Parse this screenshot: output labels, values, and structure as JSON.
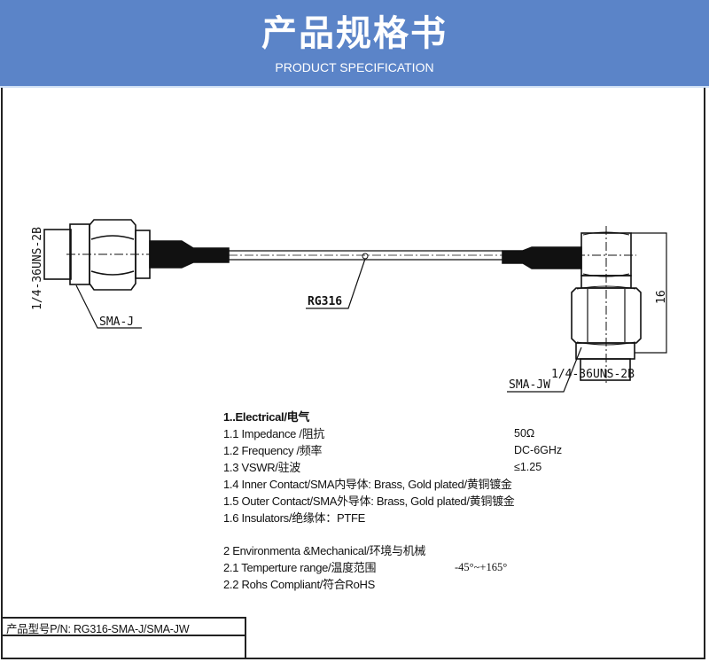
{
  "header": {
    "title": "产品规格书",
    "subtitle": "PRODUCT SPECIFICATION",
    "background_color": "#5b84c8"
  },
  "drawing": {
    "left_connector": {
      "label": "SMA-J",
      "thread": "1/4-36UNS-2B"
    },
    "cable": {
      "label": "RG316"
    },
    "right_connector": {
      "label": "SMA-JW",
      "thread": "1/4-36UNS-2B",
      "dimension": "16"
    }
  },
  "specs": {
    "electrical_heading": "1..Electrical/电气",
    "electrical": [
      {
        "label": "1.1 Impedance  /阻抗",
        "value": "50Ω"
      },
      {
        "label": "1.2 Frequency /频率",
        "value": "DC-6GHz"
      },
      {
        "label": "1.3 VSWR/驻波",
        "value": "≤1.25"
      },
      {
        "label": "1.4 Inner Contact/SMA内导体:  Brass, Gold plated/黄铜镀金",
        "value": ""
      },
      {
        "label": "1.5 Outer Contact/SMA外导体: Brass, Gold plated/黄铜镀金",
        "value": ""
      },
      {
        "label": "1.6 Insulators/绝缘体：PTFE",
        "value": ""
      }
    ],
    "environmental_heading": "2 Environmenta &Mechanical/环境与机械",
    "environmental": [
      {
        "label": "2.1 Temperture range/温度范围",
        "value": "-45°~+165°"
      },
      {
        "label": "2.2 Rohs Compliant/符合RoHS",
        "value": ""
      }
    ]
  },
  "part_number": {
    "text": "产品型号P/N:  RG316-SMA-J/SMA-JW"
  }
}
